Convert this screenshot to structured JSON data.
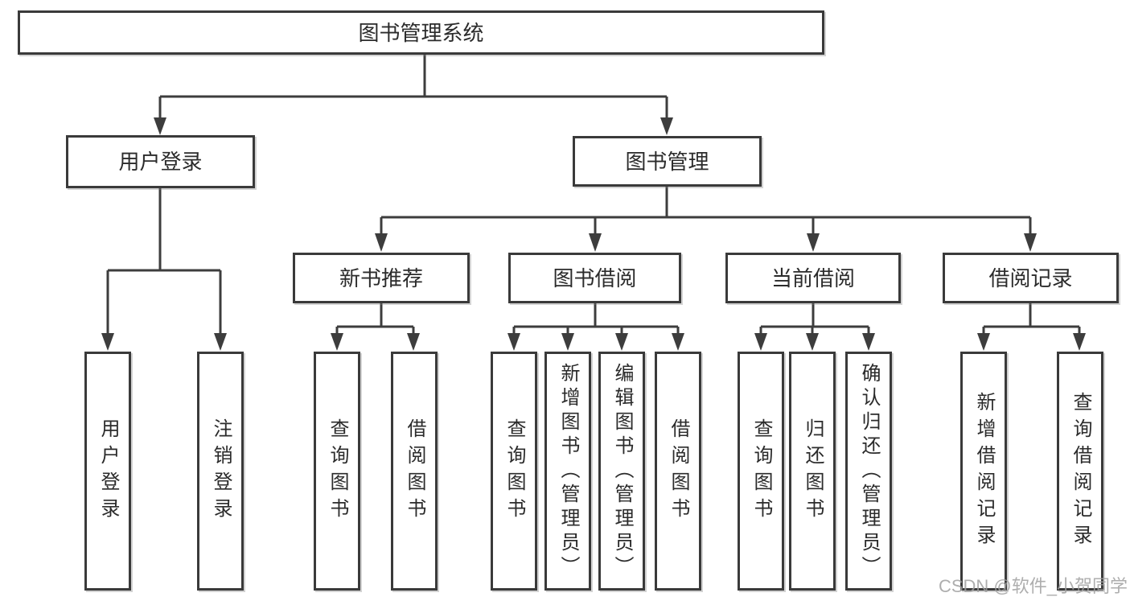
{
  "diagram": {
    "root": {
      "label": "图书管理系统"
    },
    "branches": [
      {
        "label": "用户登录",
        "children": [
          {
            "label": "用户登录"
          },
          {
            "label": "注销登录"
          }
        ]
      },
      {
        "label": "图书管理",
        "children": [
          {
            "label": "新书推荐",
            "children": [
              {
                "label": "查询图书"
              },
              {
                "label": "借阅图书"
              }
            ]
          },
          {
            "label": "图书借阅",
            "children": [
              {
                "label": "查询图书"
              },
              {
                "label": "新增图书（管理员）"
              },
              {
                "label": "编辑图书（管理员）"
              },
              {
                "label": "借阅图书"
              }
            ]
          },
          {
            "label": "当前借阅",
            "children": [
              {
                "label": "查询图书"
              },
              {
                "label": "归还图书"
              },
              {
                "label": "确认归还（管理员）"
              }
            ]
          },
          {
            "label": "借阅记录",
            "children": [
              {
                "label": "新增借阅记录"
              },
              {
                "label": "查询借阅记录"
              }
            ]
          }
        ]
      }
    ]
  },
  "watermark": {
    "text": "CSDN @软件_小贺同学"
  },
  "colors": {
    "line": "#3d3d3d",
    "box-border": "#3a3a3a",
    "box-fill": "#ffffff",
    "text": "#2b2b2b",
    "background": "#ffffff",
    "watermark": "#a0a0a0"
  }
}
